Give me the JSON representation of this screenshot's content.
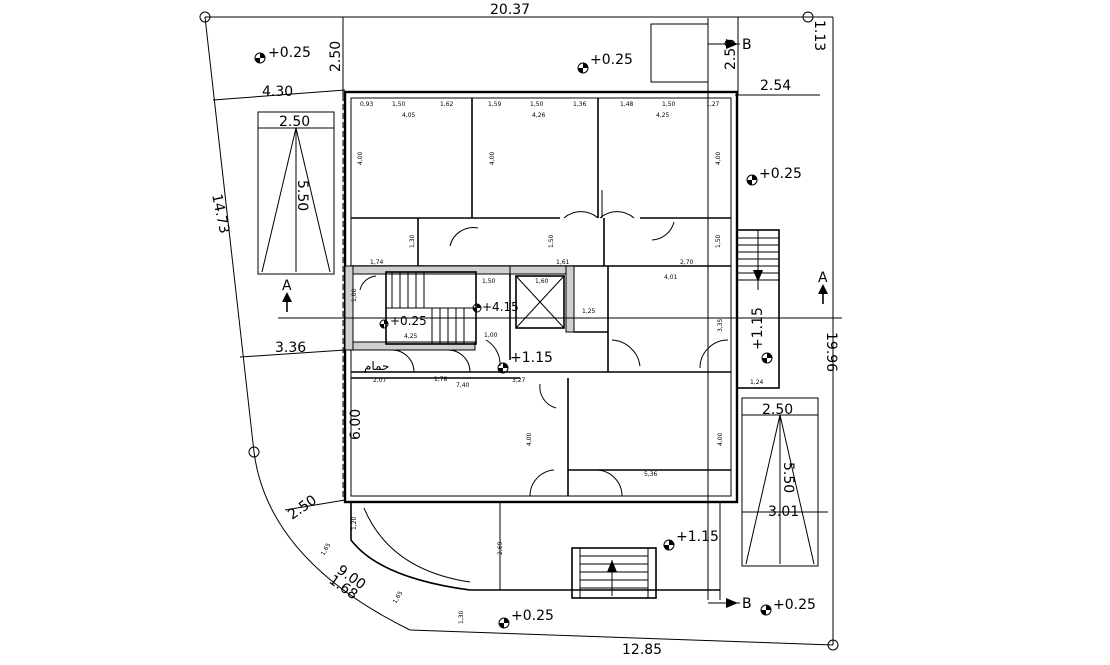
{
  "dimensions": {
    "top_total": "20.37",
    "top_left_gap": "2.50",
    "top_right_gap": "2.50",
    "top_right_corner": "1.13",
    "left_offset": "4.30",
    "right_offset": "2.54",
    "left_diagonal": "14.73",
    "left_mid": "3.36",
    "right_total": "19.96",
    "curve_radius": "2.50",
    "curve_arc": "9.00",
    "curve_inner": "1.68",
    "bottom_total": "12.85",
    "lower_left_height": "6.00",
    "ramp_right_width": "3.01"
  },
  "parking_left": {
    "width": "2.50",
    "length": "5.50"
  },
  "parking_right": {
    "width": "2.50",
    "length": "5.50"
  },
  "levels": {
    "top_left": "+0.25",
    "top_mid": "+0.25",
    "right_upper": "+0.25",
    "stair_landing": "+0.25",
    "stair_top": "+4.15",
    "core": "+1.15",
    "right_mid": "+1.15",
    "bottom_mid": "+1.15",
    "bottom_left": "+0.25",
    "bottom_right": "+0.25"
  },
  "section_marks": {
    "a_left": "A",
    "a_right": "A",
    "b_top": "B",
    "b_bottom": "B"
  },
  "room_label_bath": "حمام",
  "small_dims": {
    "top_row": [
      "0,93",
      "1,50",
      "1,62",
      "1,59",
      "1,50",
      "1,36",
      "1,48",
      "1,50",
      "1,27"
    ],
    "room_widths": [
      "4,05",
      "4,26",
      "4,25"
    ],
    "room_heights": [
      "4,00",
      "4,00",
      "4,00"
    ],
    "mid": [
      "1,30",
      "1,50",
      "1,50",
      "2,70",
      "1,74",
      "1,61",
      "4,01",
      "1,25",
      "4,25",
      "1,50",
      "1,60",
      "1,00",
      "2,07",
      "1,78",
      "7,40",
      "3,27",
      "4,00",
      "4,00",
      "5,36",
      "2,69",
      "1,30",
      "1,65",
      "1,65",
      "1,24",
      "3,35",
      "1,00",
      "1,20"
    ]
  }
}
